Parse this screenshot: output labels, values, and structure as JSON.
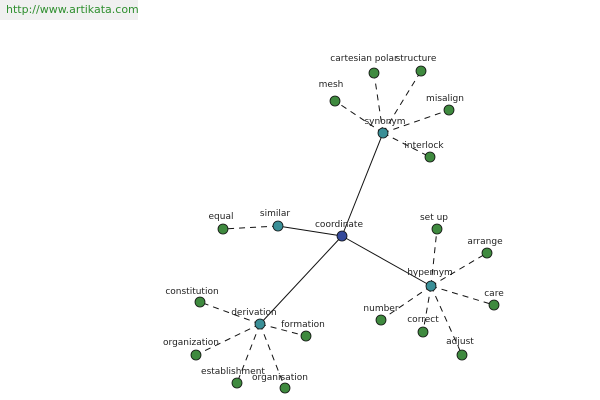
{
  "header": {
    "url": "http://www.artikata.com"
  },
  "colors": {
    "center": "#34499a",
    "hub": "#3a8f97",
    "leaf": "#3f8a3f",
    "url_text": "#2f8f2f"
  },
  "graph": {
    "center": {
      "id": "coordinate",
      "label": "coordinate"
    },
    "hubs": [
      {
        "id": "synonym",
        "label": "synonym",
        "leaves": [
          "mesh",
          "cartesian polar",
          "structure",
          "misalign",
          "interlock"
        ]
      },
      {
        "id": "similar",
        "label": "similar",
        "leaves": [
          "equal"
        ]
      },
      {
        "id": "hypernym",
        "label": "hypernym",
        "leaves": [
          "set up",
          "arrange",
          "care",
          "adjust",
          "correct",
          "number"
        ]
      },
      {
        "id": "derivation",
        "label": "derivation",
        "leaves": [
          "constitution",
          "organization",
          "establishment",
          "organisation",
          "formation"
        ]
      }
    ]
  }
}
